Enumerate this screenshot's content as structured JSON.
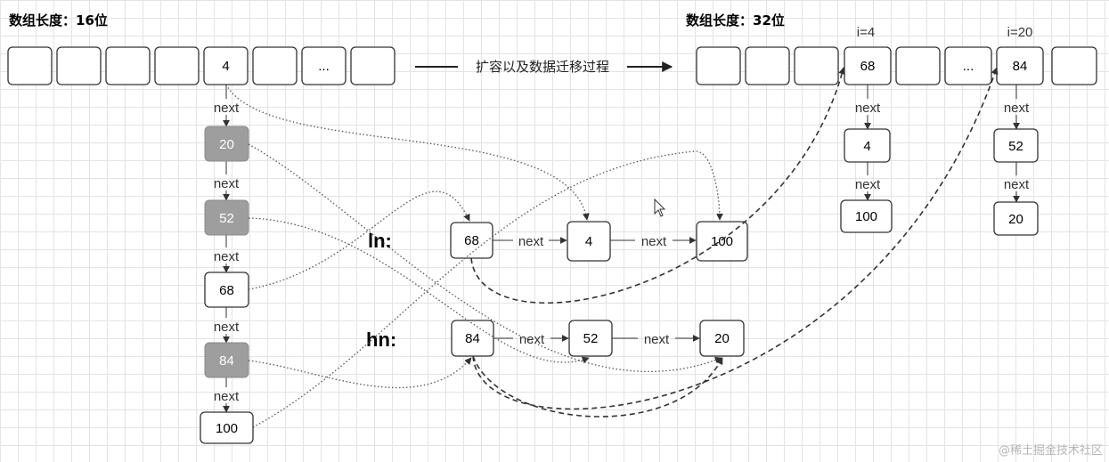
{
  "old_array": {
    "title": "数组长度：16位",
    "slots": [
      "",
      "",
      "",
      "",
      "4",
      "",
      "...",
      ""
    ]
  },
  "new_array": {
    "title": "数组长度：32位",
    "slots": [
      "",
      "",
      "",
      "68",
      "",
      "...",
      "84",
      ""
    ],
    "index_labels": [
      "i=4",
      "i=20"
    ]
  },
  "migration_label": "扩容以及数据迁移过程",
  "next_label": "next",
  "old_chain": [
    {
      "value": "20",
      "highlighted": true
    },
    {
      "value": "52",
      "highlighted": true
    },
    {
      "value": "68",
      "highlighted": false
    },
    {
      "value": "84",
      "highlighted": true
    },
    {
      "value": "100",
      "highlighted": false
    }
  ],
  "ln": {
    "label": "ln:",
    "nodes": [
      "68",
      "4",
      "100"
    ]
  },
  "hn": {
    "label": "hn:",
    "nodes": [
      "84",
      "52",
      "20"
    ]
  },
  "new_chain_i4": [
    "4",
    "100"
  ],
  "new_chain_i20": [
    "52",
    "20"
  ],
  "watermark": "@稀土掘金技术社区",
  "colors": {
    "highlight_fill": "#9e9e9e",
    "node_border": "#333333",
    "grid": "#e3e3e3",
    "arrow": "#333333"
  }
}
